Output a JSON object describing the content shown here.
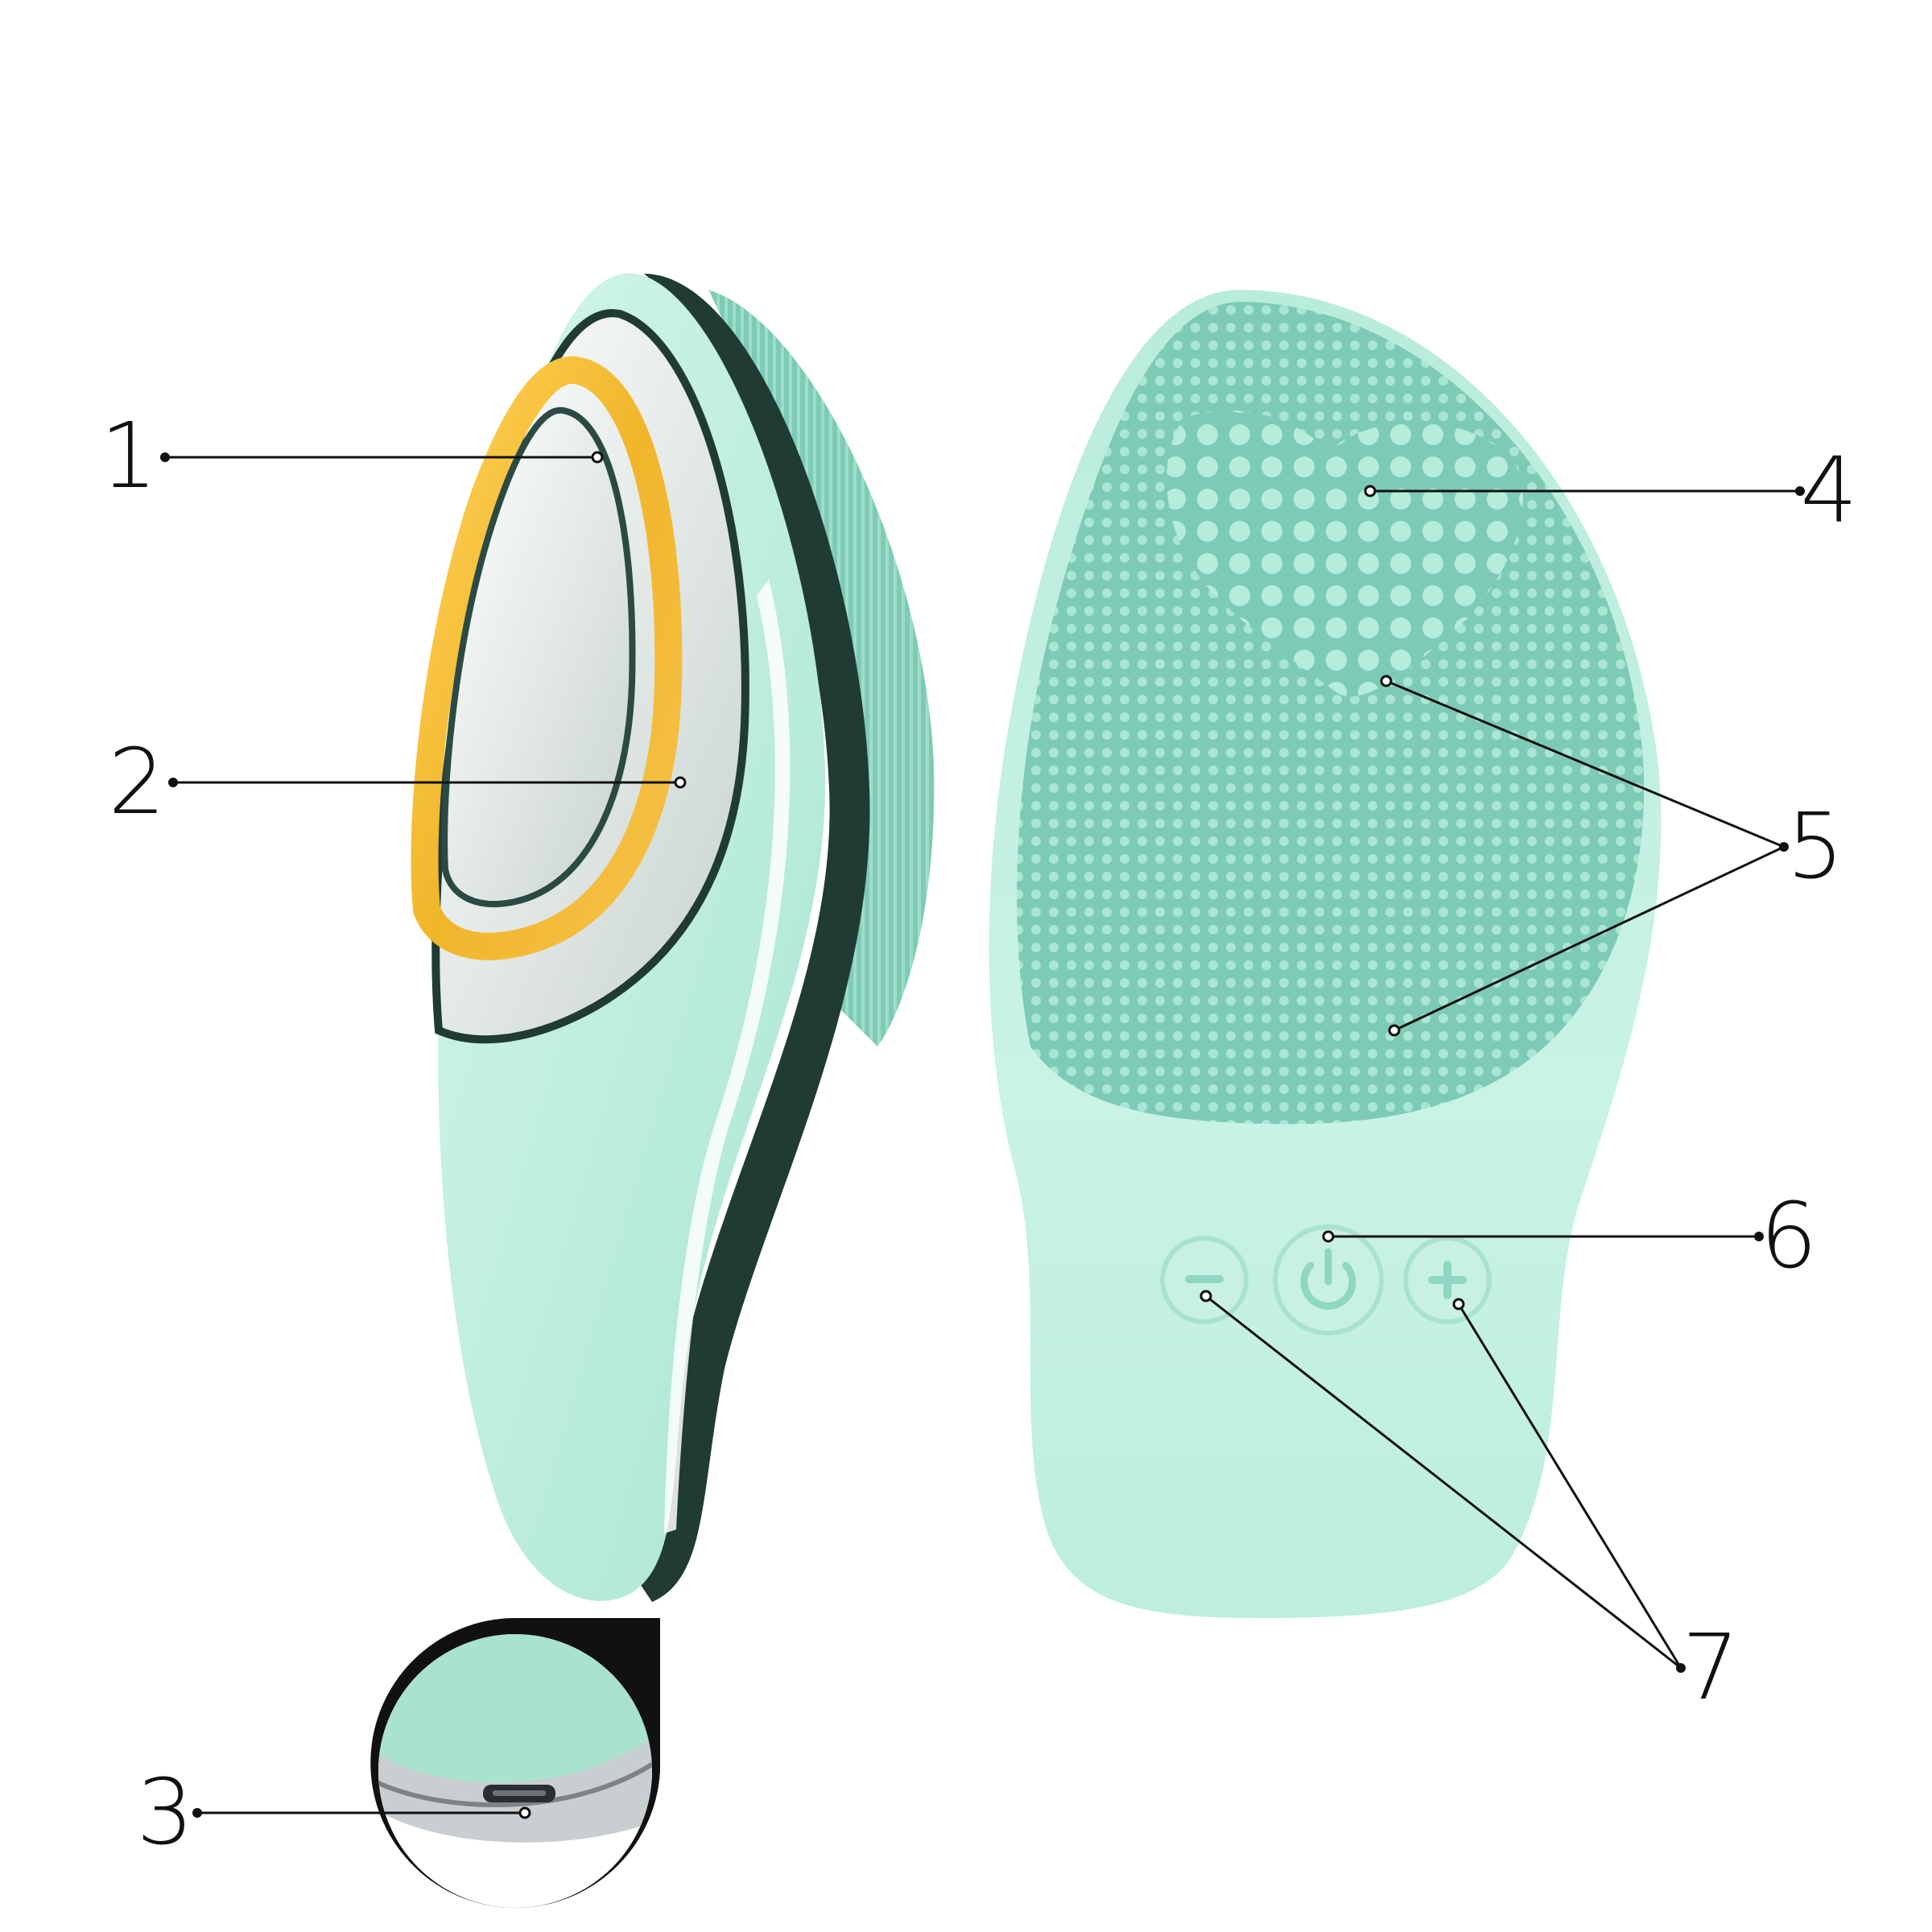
{
  "callouts": [
    {
      "id": "1",
      "label": "1"
    },
    {
      "id": "2",
      "label": "2"
    },
    {
      "id": "3",
      "label": "3"
    },
    {
      "id": "4",
      "label": "4"
    },
    {
      "id": "5",
      "label": "5"
    },
    {
      "id": "6",
      "label": "6"
    },
    {
      "id": "7",
      "label": "7"
    }
  ],
  "colors": {
    "body": "#bfeee0",
    "body_light": "#e4fbf3",
    "body_shadow": "#8fd7c2",
    "silicone": "#7ecbb5",
    "silicone_dot": "#a9e6d4",
    "chrome_dark": "#1f3b34",
    "chrome_light": "#f2f5f4",
    "glow": "#f1b52a",
    "ink": "#111111"
  },
  "icons": [
    "minus-button-icon",
    "power-button-icon",
    "plus-button-icon",
    "usb-port-icon"
  ]
}
